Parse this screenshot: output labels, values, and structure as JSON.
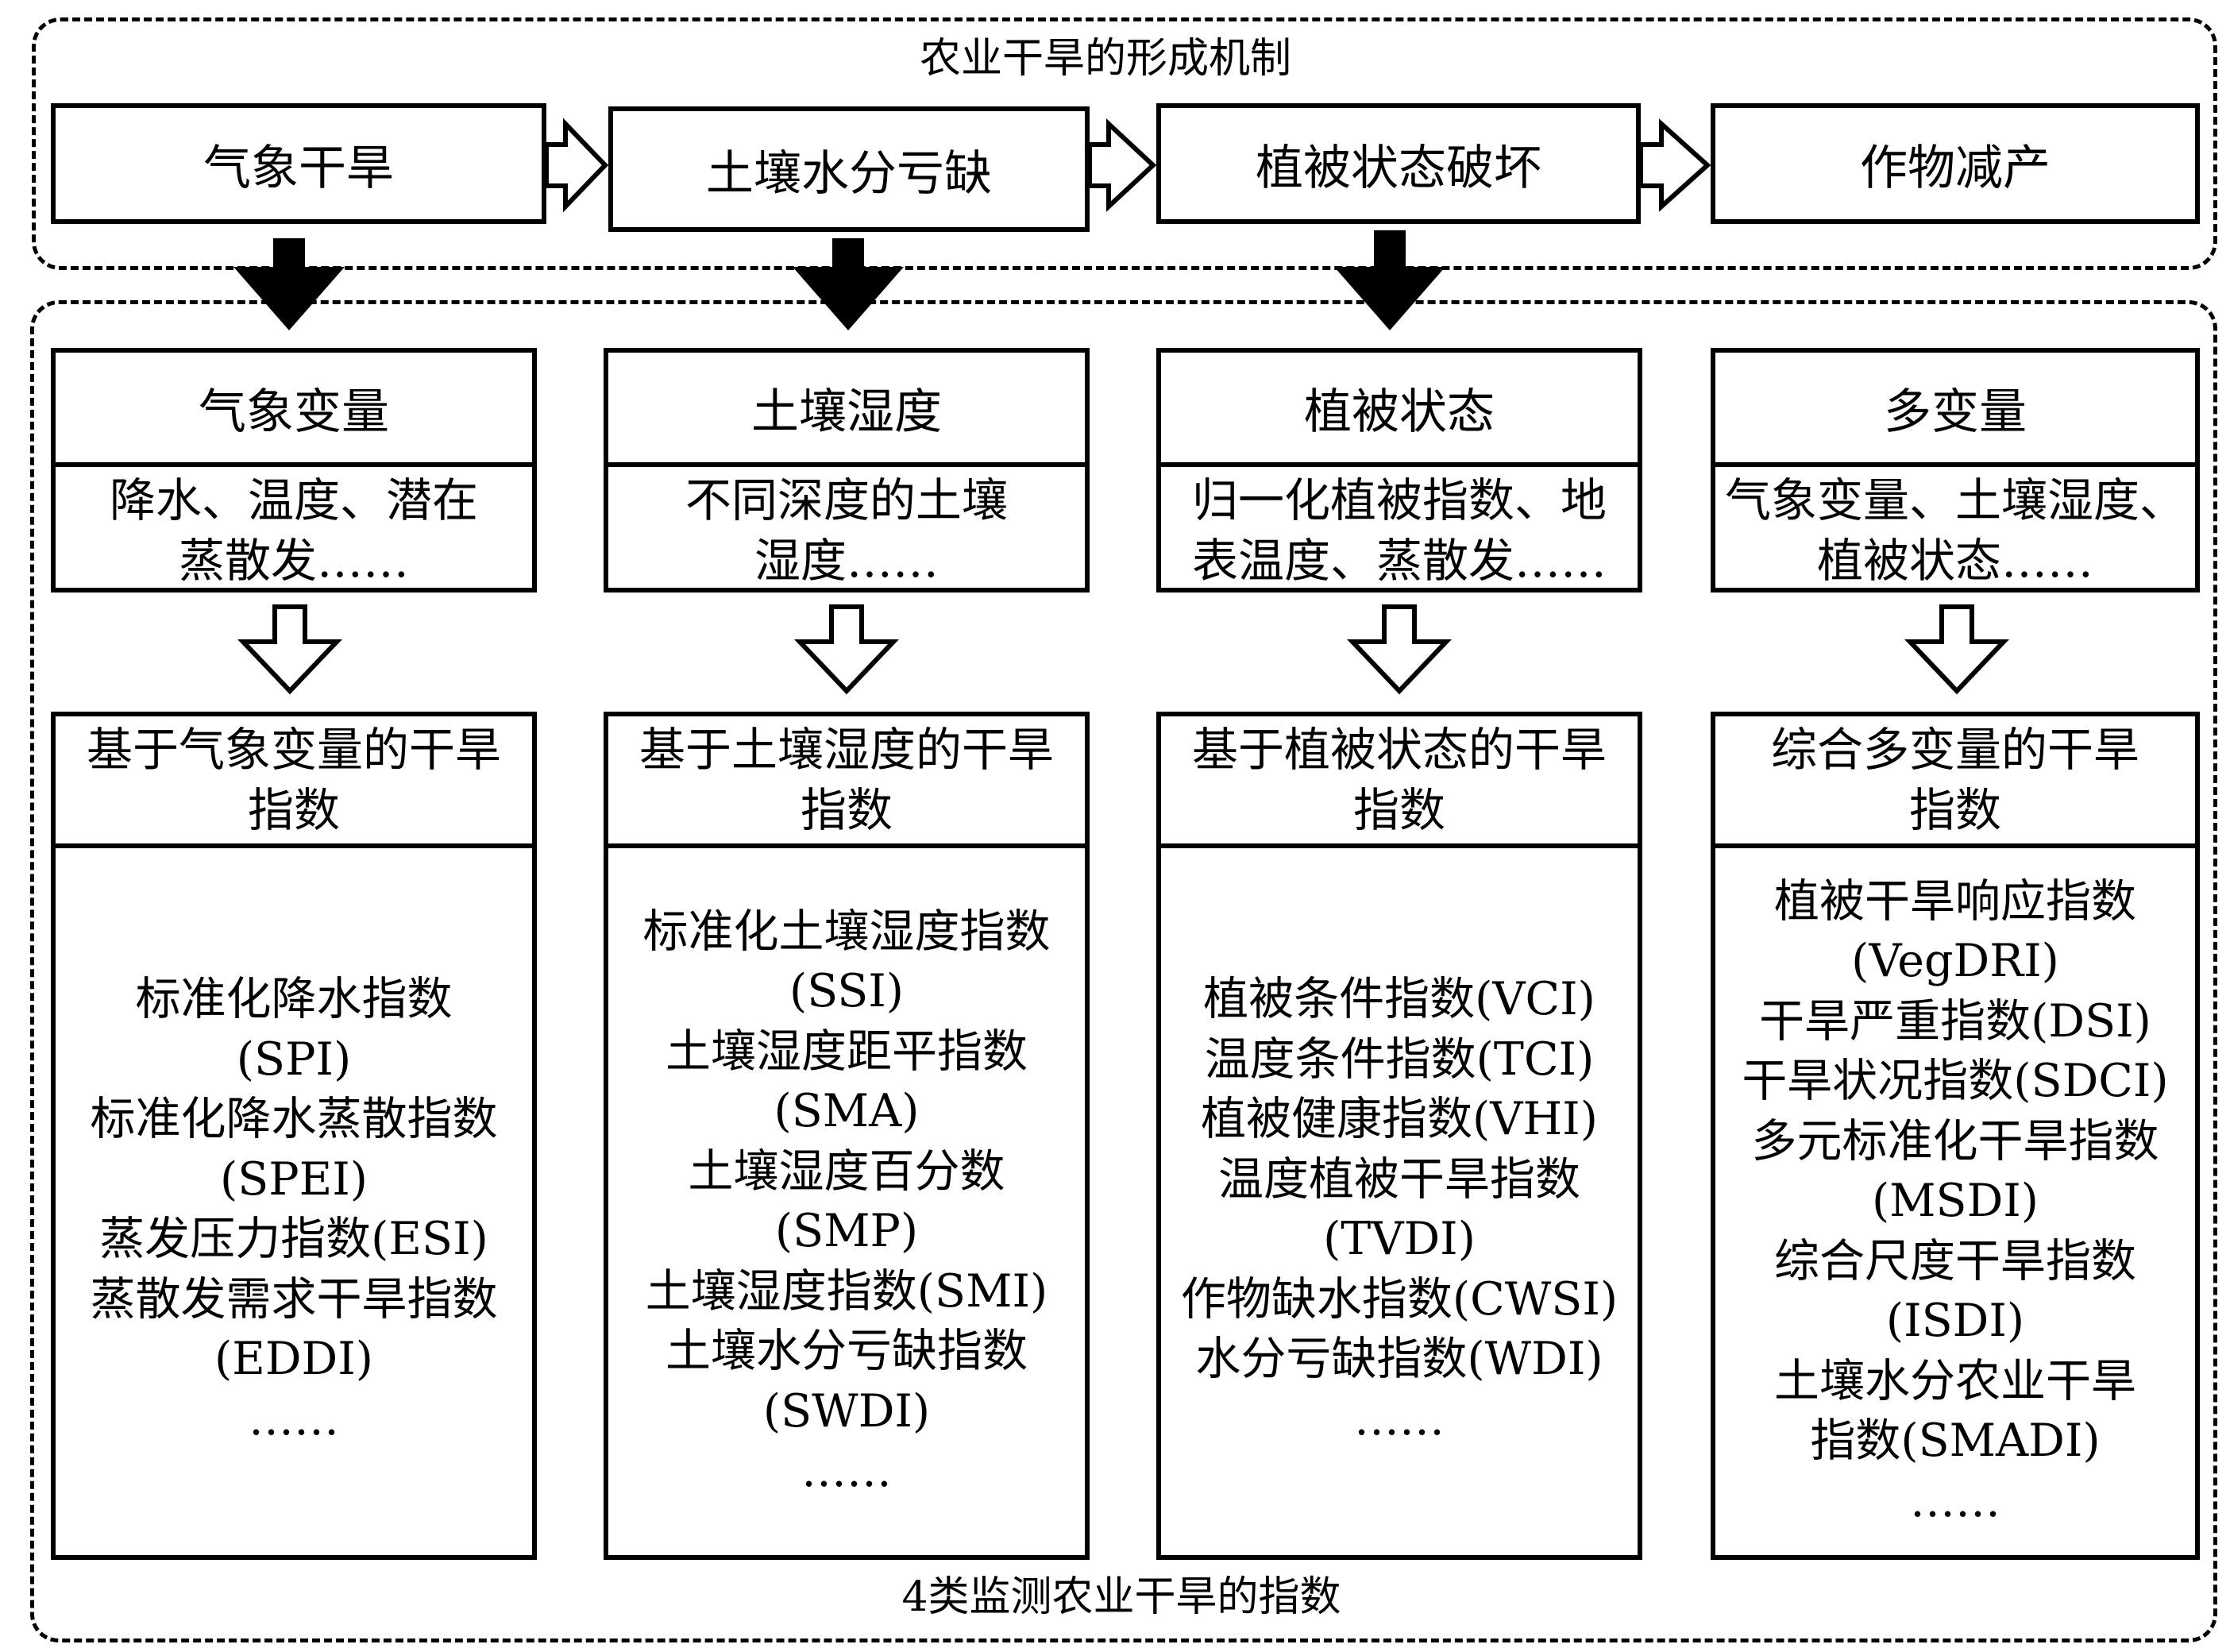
{
  "mechanism": {
    "title": "农业干旱的形成机制",
    "stages": [
      "气象干旱",
      "土壤水分亏缺",
      "植被状态破坏",
      "作物减产"
    ]
  },
  "indices_group": {
    "title": "4类监测农业干旱的指数",
    "categories": [
      {
        "name": "气象变量",
        "desc": [
          "降水、温度、潜在",
          "蒸散发……"
        ],
        "index_title": [
          "基于气象变量的干旱",
          "指数"
        ],
        "index_lines": [
          "标准化降水指数",
          "(SPI)",
          "标准化降水蒸散指数",
          "(SPEI)",
          "蒸发压力指数(ESI)",
          "蒸散发需求干旱指数",
          "(EDDI)",
          "……"
        ]
      },
      {
        "name": "土壤湿度",
        "desc": [
          "不同深度的土壤",
          "湿度……"
        ],
        "index_title": [
          "基于土壤湿度的干旱",
          "指数"
        ],
        "index_lines": [
          "标准化土壤湿度指数",
          "(SSI)",
          "土壤湿度距平指数",
          "(SMA)",
          "土壤湿度百分数",
          "(SMP)",
          "土壤湿度指数(SMI)",
          "土壤水分亏缺指数",
          "(SWDI)",
          "……"
        ]
      },
      {
        "name": "植被状态",
        "desc": [
          "归一化植被指数、地",
          "表温度、蒸散发……"
        ],
        "index_title": [
          "基于植被状态的干旱",
          "指数"
        ],
        "index_lines": [
          "植被条件指数(VCI)",
          "温度条件指数(TCI)",
          "植被健康指数(VHI)",
          "温度植被干旱指数",
          "(TVDI)",
          "作物缺水指数(CWSI)",
          "水分亏缺指数(WDI)",
          "……"
        ]
      },
      {
        "name": "多变量",
        "desc": [
          "气象变量、土壤湿度、",
          "植被状态……"
        ],
        "index_title": [
          "综合多变量的干旱",
          "指数"
        ],
        "index_lines": [
          "植被干旱响应指数",
          "(VegDRI)",
          "干旱严重指数(DSI)",
          "干旱状况指数(SDCI)",
          "多元标准化干旱指数",
          "(MSDI)",
          "综合尺度干旱指数",
          "(ISDI)",
          "土壤水分农业干旱",
          "指数(SMADI)",
          "……"
        ]
      }
    ]
  }
}
